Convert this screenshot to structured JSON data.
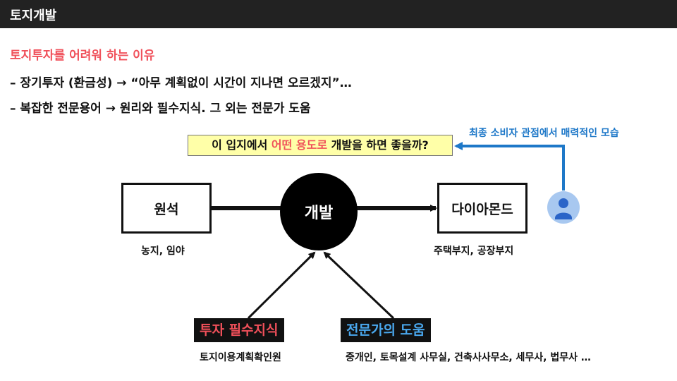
{
  "header": {
    "title": "토지개발"
  },
  "reasons": {
    "heading": "토지투자를 어려워 하는 이유",
    "bullets": [
      "– 장기투자 (환금성) → “아무 계획없이 시간이 지나면 오르겠지”…",
      "– 복잡한 전문용어 → 원리와 필수지식. 그 외는 전문가 도움"
    ]
  },
  "question": {
    "before": "이 입지에서 ",
    "highlight": "어떤 용도로",
    "after": " 개발을 하면 좋을까?",
    "highlight_color": "#f0505a"
  },
  "consumer_note": "최종 소비자 관점에서 매력적인 모습",
  "nodes": {
    "raw": {
      "label": "원석",
      "caption": "농지, 임야"
    },
    "develop": {
      "label": "개발"
    },
    "diamond": {
      "label": "다이아몬드",
      "caption": "주택부지, 공장부지"
    }
  },
  "inputs": {
    "investment": {
      "label": "투자 필수지식",
      "caption": "토지이용계획확인원",
      "color": "#f0505a"
    },
    "expert": {
      "label": "전문가의 도움",
      "caption": "중개인, 토목설계 사무실, 건축사사무소, 세무사, 법무사 …",
      "color": "#4aa8ee"
    }
  },
  "colors": {
    "accent_blue": "#1e78c8",
    "accent_red": "#f0505a",
    "question_bg": "#ffffa8"
  },
  "icons": {
    "consumer": "user-avatar-icon"
  }
}
